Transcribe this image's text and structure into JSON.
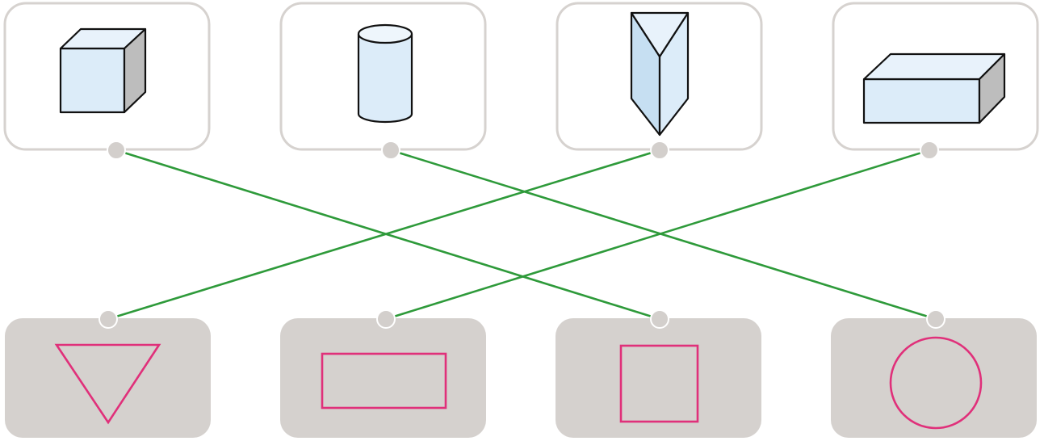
{
  "colors": {
    "link_line": "#2e9a3a",
    "outline_shape": "#e0307a",
    "solid_face": "#dcecf9",
    "solid_side": "#bdbdbd",
    "solid_edge": "#111111",
    "card_border": "#d6d2cf",
    "card_fill": "#d5d1ce",
    "connector_dot": "#d3cfcc"
  },
  "solids": [
    {
      "id": "cube",
      "icon": "cube-icon"
    },
    {
      "id": "cylinder",
      "icon": "cylinder-icon"
    },
    {
      "id": "triangular-prism",
      "icon": "triangular-prism-icon"
    },
    {
      "id": "rectangular-prism",
      "icon": "rectangular-prism-icon"
    }
  ],
  "plane_shapes": [
    {
      "id": "triangle",
      "icon": "triangle-icon"
    },
    {
      "id": "rectangle",
      "icon": "rectangle-icon"
    },
    {
      "id": "square",
      "icon": "square-icon"
    },
    {
      "id": "circle",
      "icon": "circle-icon"
    }
  ],
  "matches": [
    {
      "solid": "cube",
      "shape": "square"
    },
    {
      "solid": "cylinder",
      "shape": "circle"
    },
    {
      "solid": "triangular-prism",
      "shape": "triangle"
    },
    {
      "solid": "rectangular-prism",
      "shape": "rectangle"
    }
  ]
}
